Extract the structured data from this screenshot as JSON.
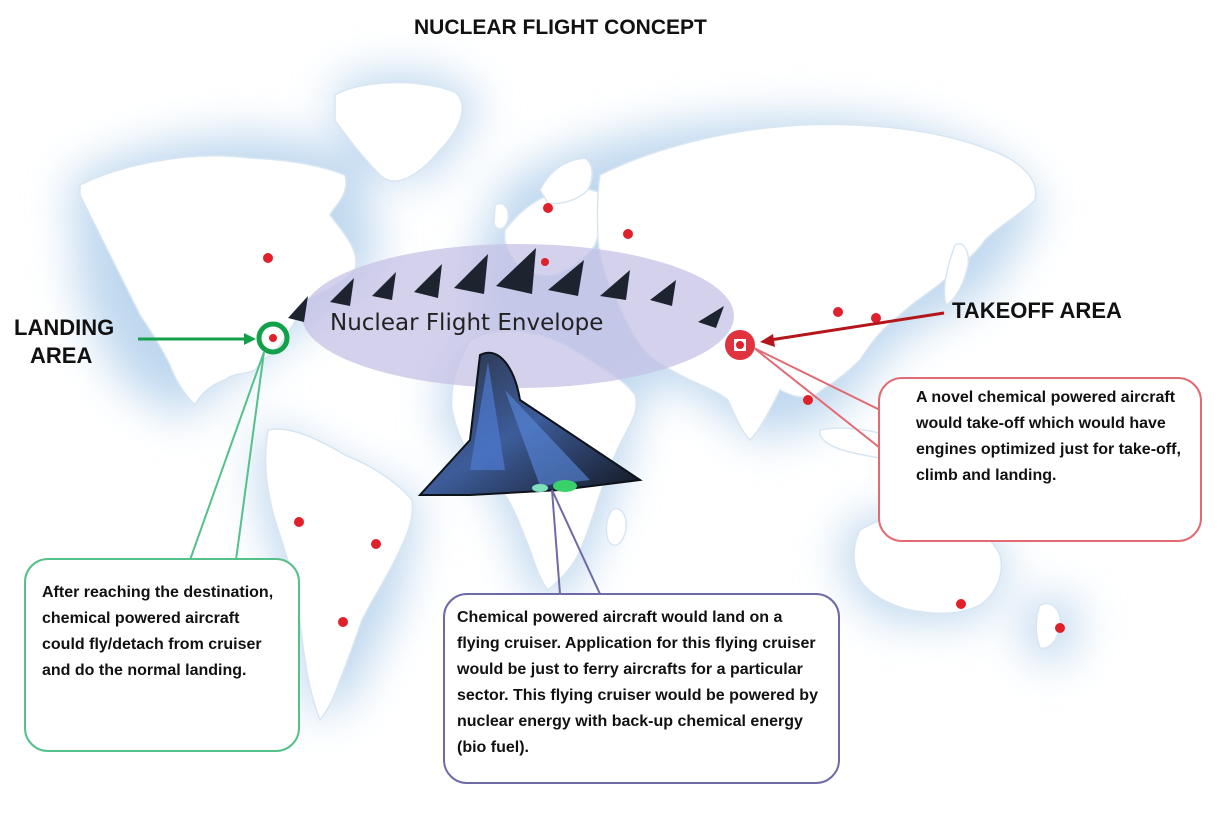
{
  "title": "NUCLEAR FLIGHT CONCEPT",
  "landing": {
    "line1": "LANDING",
    "line2": "AREA",
    "color": "#12a04a"
  },
  "takeoff": {
    "label": "TAKEOFF AREA",
    "color": "#e0333f"
  },
  "envelope": {
    "label": "Nuclear Flight Envelope",
    "color": "#c5c2e6"
  },
  "callouts": {
    "landing": "After reaching the destination, chemical powered aircraft could fly/detach from cruiser and do the normal landing.",
    "takeoff": "A novel chemical powered aircraft would take-off which would have engines optimized just for take-off, climb and landing.",
    "cruiser": "Chemical powered aircraft would land on a flying cruiser. Application for this flying cruiser would be just to ferry aircrafts for a particular sector. This flying cruiser would be powered by nuclear energy with back-up chemical energy (bio fuel)."
  },
  "colors": {
    "ocean_glow": "#bfd8ef",
    "land": "#ffffff",
    "city_dot": "#e0202a",
    "aircraft": "#1d2430"
  }
}
